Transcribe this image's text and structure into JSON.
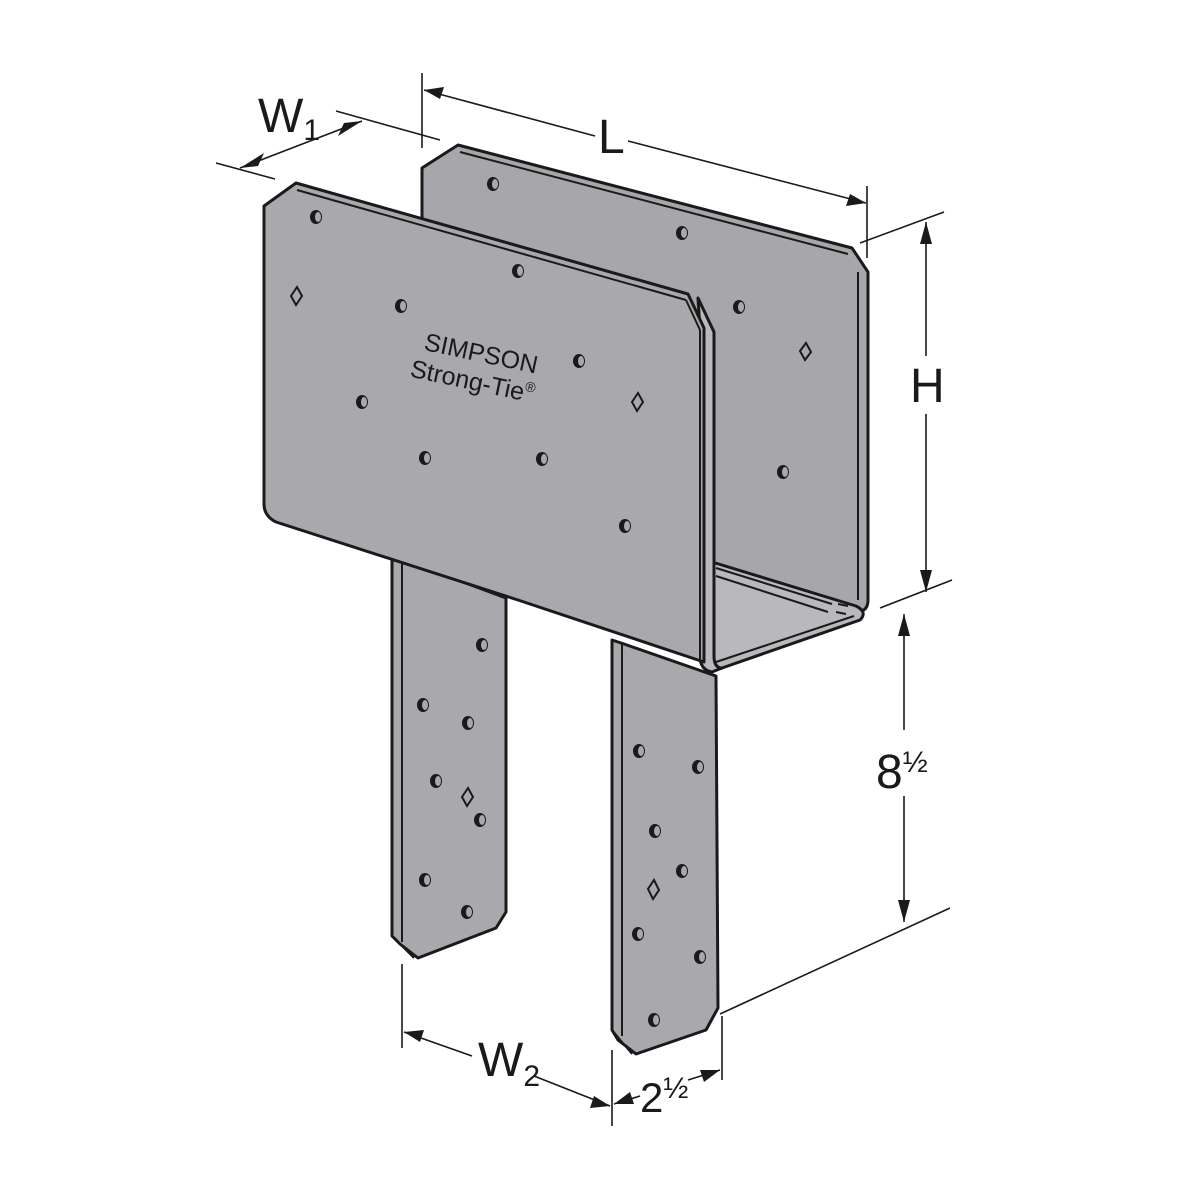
{
  "diagram": {
    "type": "product-dimension-drawing",
    "background": "#ffffff",
    "metal_color": "#a9a9ad",
    "line_color": "#1a1a1a",
    "brand": {
      "line1": "SIMPSON",
      "line2": "Strong-Tie",
      "registered": "®"
    },
    "dimensions": {
      "w1": {
        "letter": "W",
        "subscript": "1"
      },
      "l": {
        "letter": "L"
      },
      "h": {
        "letter": "H"
      },
      "leg_height": {
        "whole": "8",
        "fraction": "½"
      },
      "w2": {
        "letter": "W",
        "subscript": "2"
      },
      "leg_width": {
        "whole": "2",
        "fraction": "½"
      }
    }
  }
}
